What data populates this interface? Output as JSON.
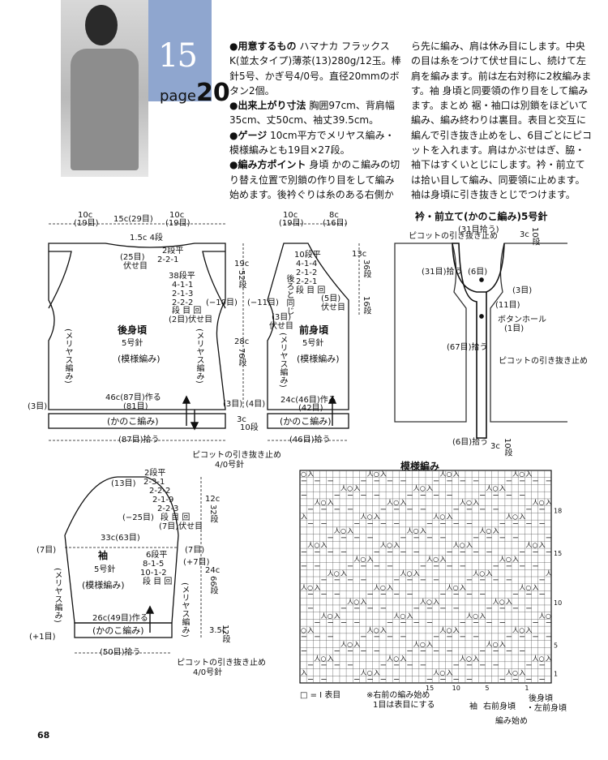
{
  "header": {
    "pattern_number": "15",
    "page_label": "page",
    "page_number": "20",
    "photo_alt": "model wearing cardigan"
  },
  "instructions": {
    "col1": [
      {
        "bold": "●用意するもの",
        "text": "ハマナカ フラックスK(並太タイプ)薄茶(13)280g/12玉。棒針5号、かぎ号4/0号。直径20mmのボタン2個。"
      },
      {
        "bold": "●出来上がり寸法",
        "text": "胸囲97cm、背肩幅35cm、丈50cm、袖丈39.5cm。"
      },
      {
        "bold": "●ゲージ",
        "text": "10cm平方でメリヤス編み・模様編みとも19目×27段。"
      },
      {
        "bold": "●編み方ポイント",
        "text": "身頃 かのこ編みの切り替え位置で別鎖の作り目をして編み始めます。後衿ぐりは糸のある右側か"
      }
    ],
    "col2": "ら先に編み、肩は休み目にします。中央の目は糸をつけて伏せ目にし、続けて左肩を編みます。前は左右対称に2枚編みます。袖 身頃と同要領の作り目をして編みます。まとめ 裾・袖口は別鎖をほどいて編み、編み終わりは裏目。表目と交互に編んで引き抜き止めをし、6目ごとにピコットを入れます。肩はかぶせはぎ、脇・袖下はすくいとじにします。衿・前立ては拾い目して編み、同要領に止めます。袖は身頃に引き抜きとじでつけます。"
  },
  "back": {
    "title": "後身頃",
    "needle": "5号針",
    "pattern": "(模様編み)",
    "top_left": "10c",
    "top_left_st": "(19目)",
    "top_mid": "15c(29目)",
    "top_right": "10c",
    "top_right_st": "(19目)",
    "neck_depth": "1.5c",
    "neck_depth_rows": "4段",
    "neck_bind": "(25目)",
    "neck_bind_lbl": "伏せ目",
    "neck_dec": "2段平",
    "neck_dec2": "2-2-1",
    "arm_dec": "38段平",
    "arm_dec2": "4-1-1",
    "arm_dec3": "2-1-3",
    "arm_dec4": "2-2-2",
    "arm_dec5": "段 目 回",
    "arm_bind": "(2目)伏せ目",
    "arm_minus": "(−10目)",
    "side_left": "(メリヤス編み)",
    "side_right": "(メリヤス編み)",
    "cast_on": "46c(87目)作る",
    "cast_on_st": "(81目)",
    "side_st": "(3目)",
    "side_st_r": "(3目)",
    "hem": "(かのこ編み)",
    "pickup": "(87目)拾う"
  },
  "front": {
    "title": "前身頃",
    "needle": "5号針",
    "pattern": "(模様編み)",
    "top_left": "10c",
    "top_left_st": "(19目)",
    "top_right": "8c",
    "top_right_st": "(16目)",
    "neck_dec": "10段平",
    "neck_dec2": "4-1-4",
    "neck_dec3": "2-1-2",
    "neck_dec4": "2-2-1",
    "neck_dec5": "段 目 回",
    "neck_bind": "(5目)",
    "neck_bind_lbl": "伏せ目",
    "same_as_back": "後ろと同じ",
    "arm_bind": "(3目)",
    "arm_bind_lbl": "伏せ目",
    "arm_minus": "(−11目)",
    "side": "(メリヤス編み)",
    "cast_on": "24c(46目)作る",
    "cast_on_st": "(42目)",
    "side_st": "(4目)",
    "hem": "(かのこ編み)",
    "hem_h": "3c",
    "hem_rows": "10段",
    "pickup": "(46目)拾う",
    "h1": "19c",
    "h1_rows": "52段",
    "h2": "28c",
    "h2_rows": "76段",
    "neck_h": "13c",
    "neck_rows": "36段",
    "neck_rows2": "16段"
  },
  "picot": {
    "text": "ピコットの引き抜き止め",
    "hook": "4/0号針"
  },
  "sleeve": {
    "title": "袖",
    "needle": "5号針",
    "pattern": "(模様編み)",
    "top": "(13目)",
    "cap_dec": "2段平",
    "cap_dec2": "2-3-1",
    "cap_dec3": "2-2-2",
    "cap_dec4": "2-1-9",
    "cap_dec5": "2-2-3",
    "cap_dec6": "段 目 回",
    "cap_minus": "(−25目)",
    "bind": "(7目)伏せ目",
    "width": "33c(63目)",
    "left_st": "(7目)",
    "right_st": "(7目)",
    "inc": "6段平",
    "inc2": "8-1-5",
    "inc3": "10-1-2",
    "inc4": "段 目 回",
    "inc_plus": "(+7目)",
    "side_left": "(メリヤス編み)",
    "side_right": "(メリヤス編み)",
    "cast_on": "26c(49目)作る",
    "hem": "(かのこ編み)",
    "plus1": "(+1目)",
    "pickup": "(50目)拾う",
    "cap_h": "12c",
    "cap_rows": "32段",
    "body_h": "24c",
    "body_rows": "66段",
    "hem_h": "3.5c",
    "hem_rows": "12段",
    "picot": "ピコットの引き抜き止め",
    "hook": "4/0号針"
  },
  "collar": {
    "title": "衿・前立て(かのこ編み)5号針",
    "picot_top": "ピコットの引き抜き止め",
    "top_st": "(31目拾う)",
    "top_h": "3c",
    "top_rows": "10段",
    "side_st": "(31目)拾う",
    "six": "(6目)",
    "three": "(3目)",
    "eleven": "(11目)",
    "button": "ボタンホール",
    "button_n": "(1目)",
    "front_st": "(67目)拾う",
    "picot_side": "ピコットの引き抜き止め",
    "bottom_st": "(6目)拾う",
    "bottom_h": "3c",
    "bottom_rows": "10段"
  },
  "chart": {
    "title": "模様編み",
    "legend_sym": "□ = Ⅰ 表目",
    "note1": "※右前の編み始め",
    "note2": "1目は表目にする",
    "row_labels": [
      "18",
      "15",
      "10",
      "5",
      "1"
    ],
    "col_labels": [
      "15",
      "10",
      "5",
      "1"
    ],
    "label_sleeve": "袖",
    "label_right_front": "右前身頃",
    "label_back": "後身頃",
    "label_left_front": "・左前身頃",
    "label_start": "編み始め"
  },
  "footer": {
    "page": "68"
  }
}
